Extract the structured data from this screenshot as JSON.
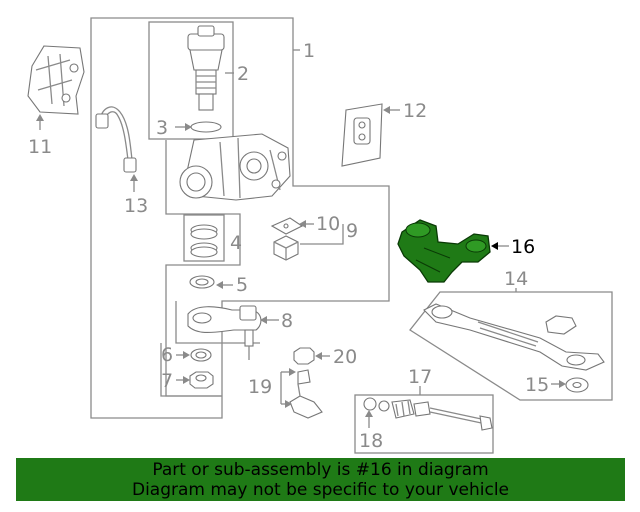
{
  "diagram": {
    "callouts": {
      "c1": "1",
      "c2": "2",
      "c3": "3",
      "c4": "4",
      "c5": "5",
      "c6": "6",
      "c7": "7",
      "c8": "8",
      "c9": "9",
      "c10": "10",
      "c11": "11",
      "c12": "12",
      "c13": "13",
      "c14": "14",
      "c15": "15",
      "c16": "16",
      "c17": "17",
      "c18": "18",
      "c19": "19",
      "c20": "20"
    },
    "highlighted_part": "16",
    "highlight_color": "#1f7a16",
    "line_color": "#8a8a8a"
  },
  "banner": {
    "line1": "Part or sub-assembly is #16 in diagram",
    "line2": "Diagram may not be specific to your vehicle",
    "background": "#1f7a16"
  }
}
